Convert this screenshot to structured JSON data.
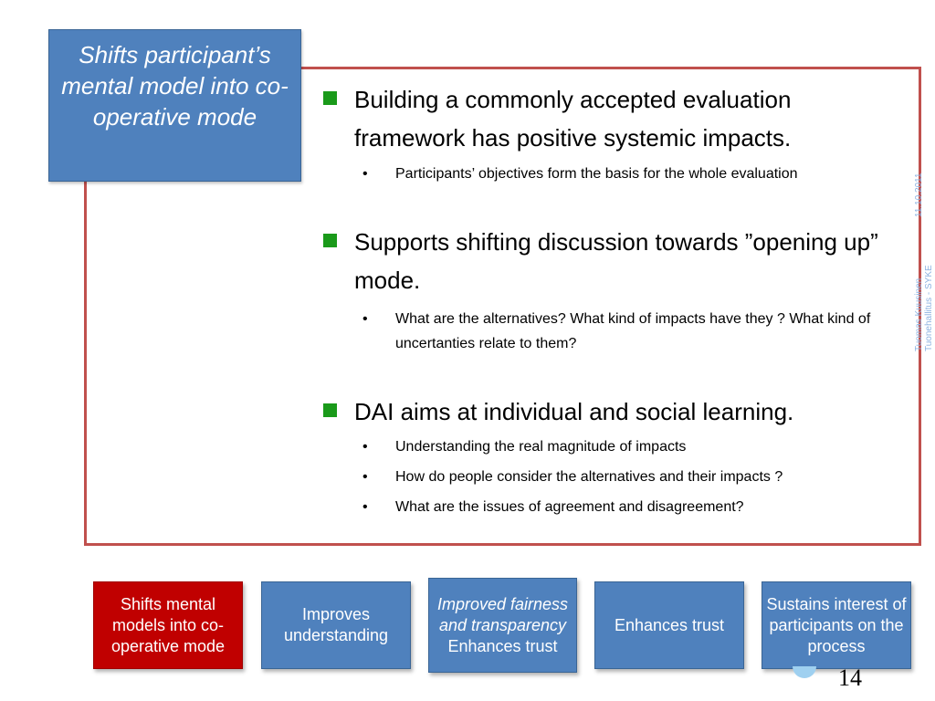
{
  "title_box": {
    "text": "Shifts participant’s mental model into co-operative mode"
  },
  "bullets": [
    {
      "text": "Building a commonly accepted evaluation framework has positive systemic impacts.",
      "subs": [
        "Participants’ objectives form the basis for the whole evaluation"
      ]
    },
    {
      "text": "Supports shifting discussion towards ”opening up” mode.",
      "subs": [
        "What are the alternatives? What kind of impacts have they ? What kind of uncertanties relate to them?"
      ]
    },
    {
      "text": "DAI  aims at individual and social learning.",
      "subs": [
        "Understanding  the real magnitude of impacts",
        "How do people consider the alternatives and their impacts ?",
        "What are the issues of agreement and disagreement?"
      ]
    }
  ],
  "side": {
    "line1": "11.10.2011",
    "line2": "Tuomas Kuusinen",
    "line3": "Tuonehallitus - SYKE"
  },
  "bottom_boxes": [
    {
      "lines": [
        "Shifts mental models into co-operative mode"
      ],
      "style": "red"
    },
    {
      "lines": [
        "Improves understanding"
      ],
      "style": "blue"
    },
    {
      "italic": "Improved fairness and transparency",
      "lines": [
        "Enhances trust"
      ],
      "style": "blue"
    },
    {
      "lines": [
        "Enhances trust"
      ],
      "style": "blue"
    },
    {
      "lines": [
        "Sustains interest of participants on the process"
      ],
      "style": "blue"
    }
  ],
  "page_number": "14",
  "colors": {
    "accent_blue": "#4f81bd",
    "frame_red": "#c0504d",
    "bullet_green": "#1a9a1a",
    "box_red": "#c00000"
  }
}
